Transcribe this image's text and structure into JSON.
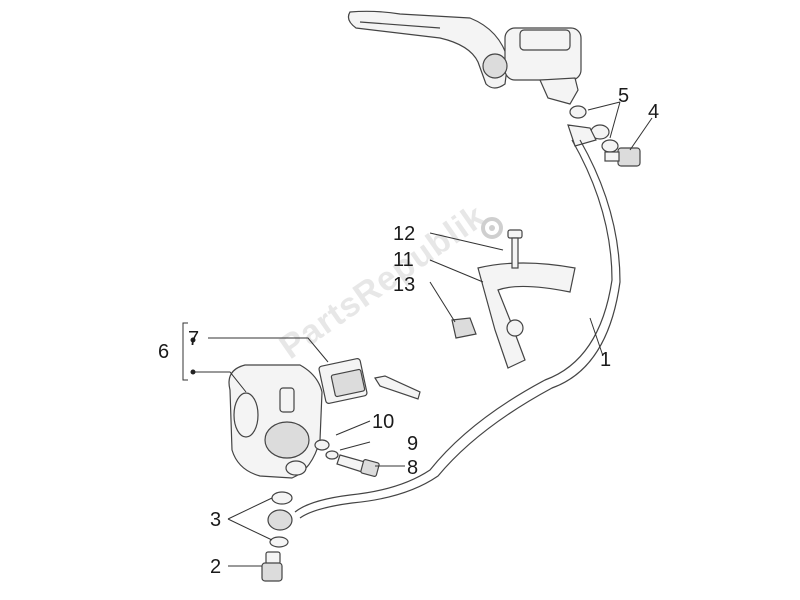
{
  "watermark": "PartsRepublik",
  "callouts": {
    "c1": "1",
    "c2": "2",
    "c3": "3",
    "c4": "4",
    "c5": "5",
    "c6": "6",
    "c7": "7",
    "c8": "8",
    "c9": "9",
    "c10": "10",
    "c11": "11",
    "c12": "12",
    "c13": "13"
  }
}
